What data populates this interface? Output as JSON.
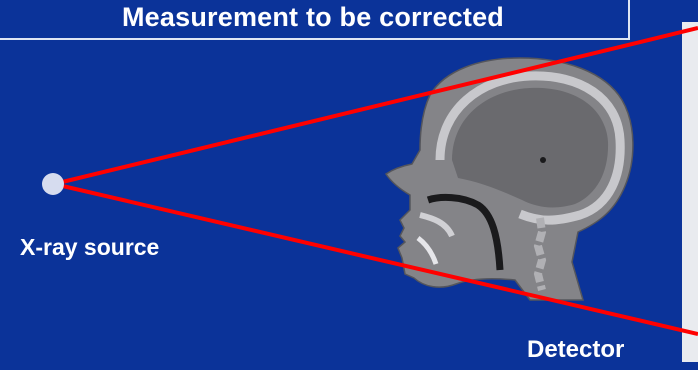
{
  "title": "Measurement to be corrected",
  "labels": {
    "source": "X-ray source",
    "detector": "Detector"
  },
  "icons": {
    "source": "xray-source-dot",
    "head": "head-ct-slice",
    "detector": "detector-panel"
  },
  "colors": {
    "background": "#0b3399",
    "beam": "#ff0000",
    "source_dot": "#d6dcef",
    "detector": "#e9ebef"
  }
}
